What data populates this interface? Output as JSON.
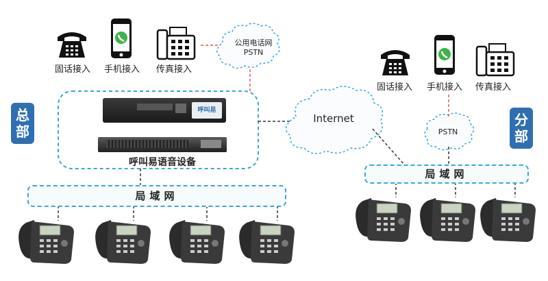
{
  "hq": {
    "badge_chars": [
      "总",
      "部"
    ],
    "phones": [
      {
        "label": "固话接入",
        "icon": "landline-phone-icon"
      },
      {
        "label": "手机接入",
        "icon": "mobile-phone-icon"
      },
      {
        "label": "传真接入",
        "icon": "fax-icon"
      }
    ],
    "pstn_cloud": [
      "公用电话网",
      "PSTN"
    ],
    "device_label": "呼叫易语音设备",
    "device_brand": "呼叫易",
    "lan_label": "局域网"
  },
  "internet": {
    "label": "Internet"
  },
  "branch": {
    "badge_chars": [
      "分",
      "部"
    ],
    "phones": [
      {
        "label": "固话接入",
        "icon": "landline-phone-icon"
      },
      {
        "label": "手机接入",
        "icon": "mobile-phone-icon"
      },
      {
        "label": "传真接入",
        "icon": "fax-icon"
      }
    ],
    "pstn_cloud": "PSTN",
    "lan_label": "局域网"
  },
  "colors": {
    "accent": "#2f6fb1",
    "lan_border": "#35a7de",
    "pstn_link": "#e05a4a"
  }
}
